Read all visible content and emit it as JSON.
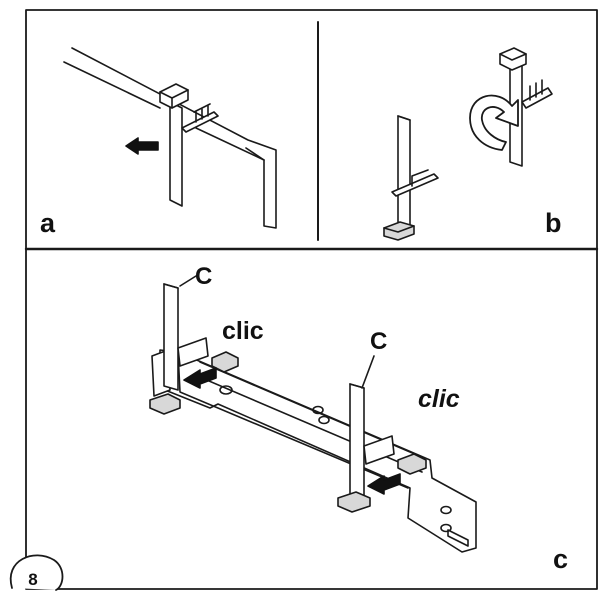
{
  "panels": {
    "a": {
      "label": "a"
    },
    "b": {
      "label": "b"
    },
    "c": {
      "label": "c"
    }
  },
  "callouts": {
    "c_top_left": "C",
    "c_middle": "C",
    "clic_1": "clic",
    "clic_2": "clic"
  },
  "step_number": "8",
  "colors": {
    "line": "#1a1a1a",
    "fill": "#ffffff",
    "shade": "#d8d8d8",
    "arrow": "#111111"
  }
}
